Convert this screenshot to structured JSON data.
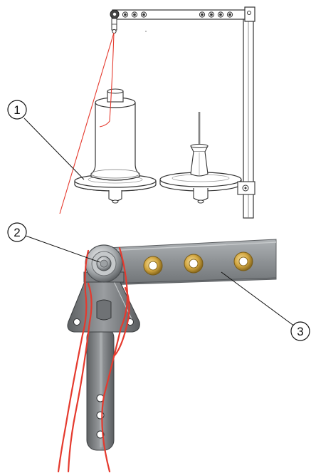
{
  "callouts": [
    {
      "label": "1"
    },
    {
      "label": "2"
    },
    {
      "label": "3"
    }
  ],
  "colors": {
    "thread": "#e53a2e",
    "line_art": "#333333",
    "metal": "#8f9396",
    "bracket": "#7a7c7e",
    "eyelet": "#d8b24a"
  }
}
